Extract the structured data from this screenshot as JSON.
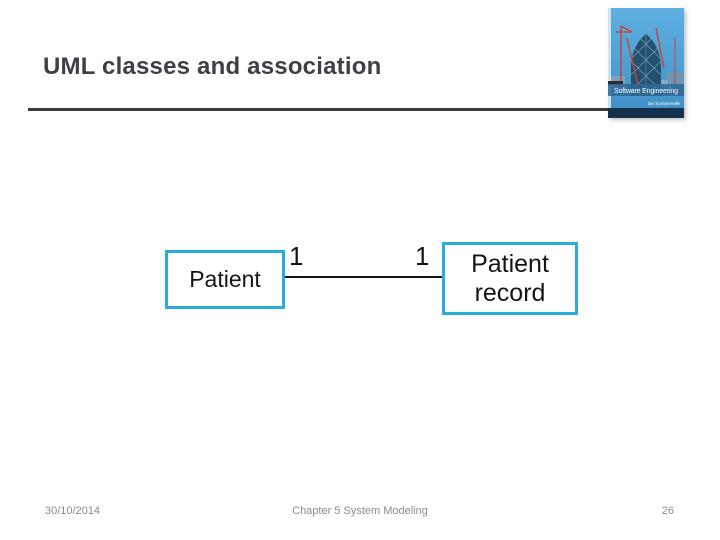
{
  "slide": {
    "title": "UML classes and association",
    "footer": {
      "date": "30/10/2014",
      "center": "Chapter 5 System Modeling",
      "page_number": "26"
    }
  },
  "diagram": {
    "left_class_name": "Patient",
    "right_class_name": "Patient record",
    "left_multiplicity": "1",
    "right_multiplicity": "1",
    "class_border_color": "#29abe2",
    "connector_color": "#151515"
  },
  "book_cover": {
    "title": "Software Engineering",
    "author": "Ian Sommerville"
  },
  "colors": {
    "title_text": "#3e4045",
    "divider": "#3b3b3b",
    "footer_text": "#8c8c8c",
    "background": "#ffffff"
  }
}
